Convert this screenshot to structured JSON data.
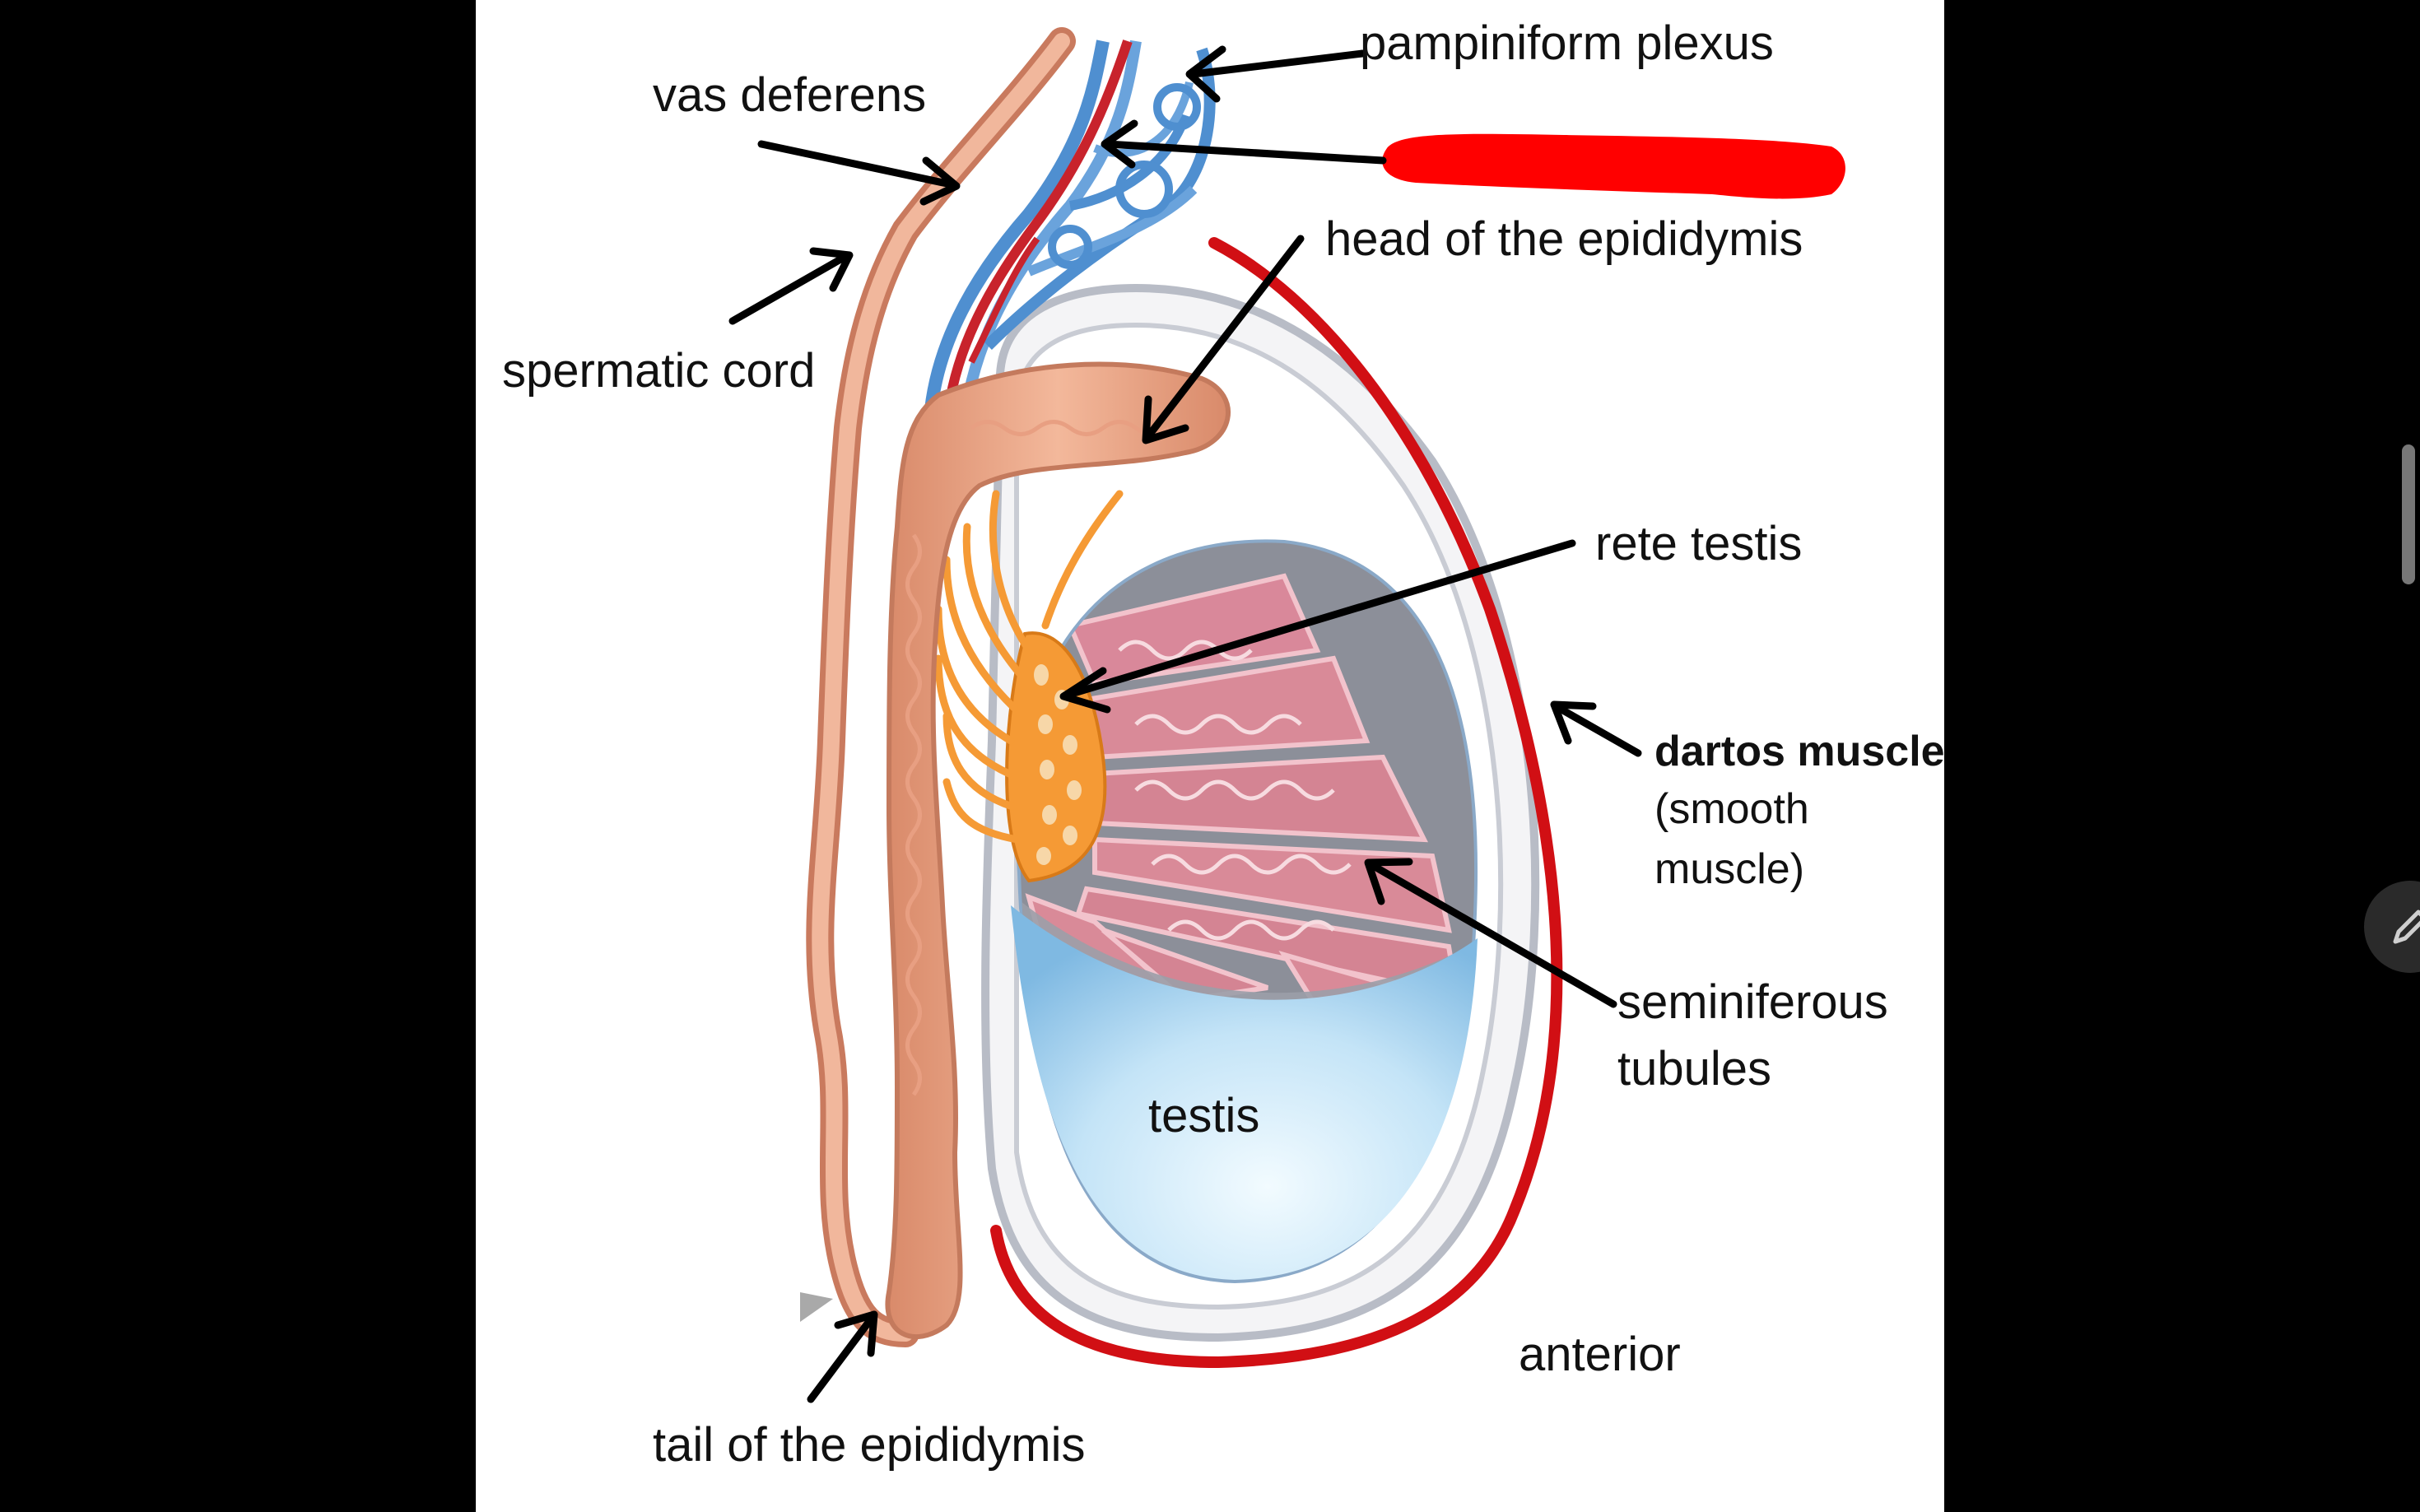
{
  "diagram": {
    "labels": {
      "pampiniform_plexus": "pampiniform plexus",
      "vas_deferens": "vas deferens",
      "head_epididymis": "head of the epididymis",
      "spermatic_cord": "spermatic cord",
      "rete_testis": "rete testis",
      "dartos_title": "dartos muscle",
      "dartos_line1": "(smooth",
      "dartos_line2": "muscle)",
      "seminiferous_line1": "seminiferous",
      "seminiferous_line2": "tubules",
      "testis": "testis",
      "anterior": "anterior",
      "tail_epididymis": "tail of the epididymis"
    },
    "colors": {
      "canvas_bg": "#000000",
      "figure_bg": "#ffffff",
      "dartos_red": "#d10f14",
      "redaction_red": "#ff0000",
      "epididymis": "#eda487",
      "rete": "#f59a35",
      "tubules": "#d98a96",
      "testis_blue": "#b9ddf3",
      "vein_blue": "#4f8fd0",
      "artery_red": "#c8232c"
    }
  },
  "ui": {
    "edge_handle_icon": "scroll-handle",
    "pen_tool_icon": "pencil-icon"
  }
}
